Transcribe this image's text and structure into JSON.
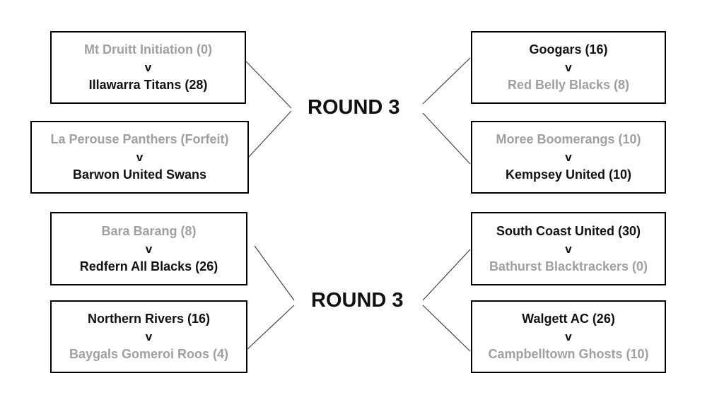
{
  "colors": {
    "winner": "#111111",
    "loser": "#a0a0a0",
    "border": "#000000"
  },
  "round_labels": [
    "ROUND 3",
    "ROUND 3"
  ],
  "matches": [
    {
      "team1": "Mt Druitt Initiation (0)",
      "team1_status": "loser",
      "vs": "v",
      "team2": "Illawarra Titans (28)",
      "team2_status": "winner"
    },
    {
      "team1": "La Perouse Panthers (Forfeit)",
      "team1_status": "loser",
      "vs": "v",
      "team2": "Barwon United Swans",
      "team2_status": "winner"
    },
    {
      "team1": "Bara Barang (8)",
      "team1_status": "loser",
      "vs": "v",
      "team2": "Redfern All Blacks (26)",
      "team2_status": "winner"
    },
    {
      "team1": "Northern Rivers (16)",
      "team1_status": "winner",
      "vs": "v",
      "team2": "Baygals Gomeroi Roos (4)",
      "team2_status": "loser"
    },
    {
      "team1": "Googars (16)",
      "team1_status": "winner",
      "vs": "v",
      "team2": "Red Belly Blacks (8)",
      "team2_status": "loser"
    },
    {
      "team1": "Moree Boomerangs (10)",
      "team1_status": "loser",
      "vs": "v",
      "team2": "Kempsey United (10)",
      "team2_status": "winner"
    },
    {
      "team1": "South Coast United (30)",
      "team1_status": "winner",
      "vs": "v",
      "team2": "Bathurst Blacktrackers (0)",
      "team2_status": "loser"
    },
    {
      "team1": "Walgett AC (26)",
      "team1_status": "winner",
      "vs": "v",
      "team2": "Campbelltown Ghosts (10)",
      "team2_status": "loser"
    }
  ]
}
